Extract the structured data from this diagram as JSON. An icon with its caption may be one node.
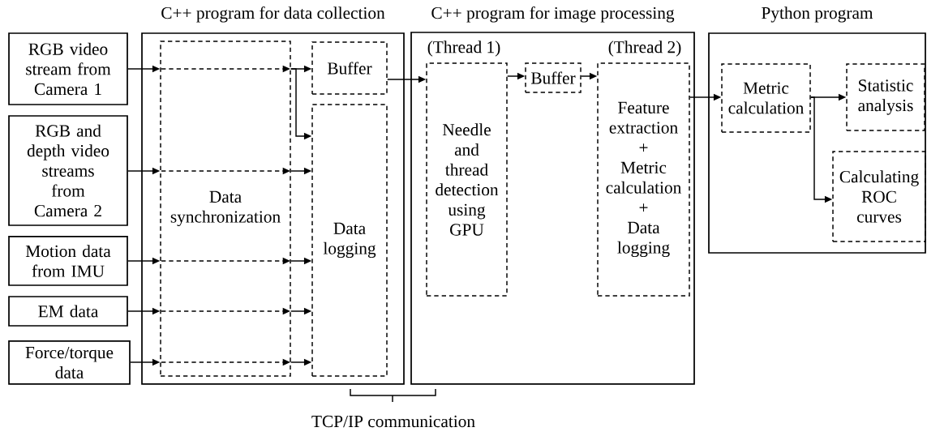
{
  "diagram": {
    "nodes": [
      {
        "text": [
          "RGB video stream from Camera 1"
        ]
      },
      {
        "text": [
          "RGB and depth video streams from Camera 2"
        ]
      },
      {
        "text": [
          "Motion data from IMU"
        ]
      },
      {
        "text": [
          "EM data"
        ]
      },
      {
        "text": [
          "Force/torque data"
        ]
      },
      {
        "text": [
          "C++ program for data collection"
        ]
      },
      {
        "text": [
          "Data synchronization"
        ],
        "in": 5
      },
      {
        "text": [
          "Buffer"
        ],
        "in": 5
      },
      {
        "text": [
          "Data logging"
        ],
        "in": 5
      },
      {
        "text": [
          "C++ program for image processing"
        ]
      },
      {
        "text": [
          "Needle and thread detection using GPU"
        ],
        "in": 9,
        "beside": [
          "(Thread 1)"
        ]
      },
      {
        "text": [
          "Buffer"
        ],
        "in": 9
      },
      {
        "text": [
          "Feature extraction + Metric calculation + Data logging"
        ],
        "in": 9,
        "beside": [
          "(Thread 2)"
        ]
      },
      {
        "text": [
          "Python program"
        ]
      },
      {
        "text": [
          "Metric calculation"
        ],
        "in": 13
      },
      {
        "text": [
          "Statistic analysis"
        ],
        "in": 13
      },
      {
        "text": [
          "Calculating ROC curves"
        ],
        "in": 13
      }
    ],
    "edges": [
      {
        "from": 0,
        "to": 6,
        "arrow": "to"
      },
      {
        "from": 1,
        "to": 6,
        "arrow": "to"
      },
      {
        "from": 2,
        "to": 6,
        "arrow": "to"
      },
      {
        "from": 3,
        "to": 6,
        "arrow": "to"
      },
      {
        "from": 4,
        "to": 6,
        "arrow": "to"
      },
      {
        "from": 6,
        "to": 7,
        "arrow": "to"
      },
      {
        "from": 6,
        "to": 8,
        "arrow": "to"
      },
      {
        "from": 6,
        "to": 8,
        "arrow": "to"
      },
      {
        "from": 6,
        "to": 8,
        "arrow": "to"
      },
      {
        "from": 6,
        "to": 8,
        "arrow": "to"
      },
      {
        "from": 6,
        "to": 8,
        "arrow": "to"
      },
      {
        "from": 7,
        "to": 10,
        "arrow": "to"
      },
      {
        "from": 10,
        "to": 11,
        "arrow": "to"
      },
      {
        "from": 11,
        "to": 12,
        "arrow": "to"
      },
      {
        "from": 12,
        "to": 14,
        "arrow": "to"
      },
      {
        "from": 14,
        "to": 15,
        "arrow": "to"
      },
      {
        "from": 14,
        "to": 16,
        "arrow": "to"
      }
    ],
    "labels": [
      "TCP/IP communication"
    ]
  }
}
